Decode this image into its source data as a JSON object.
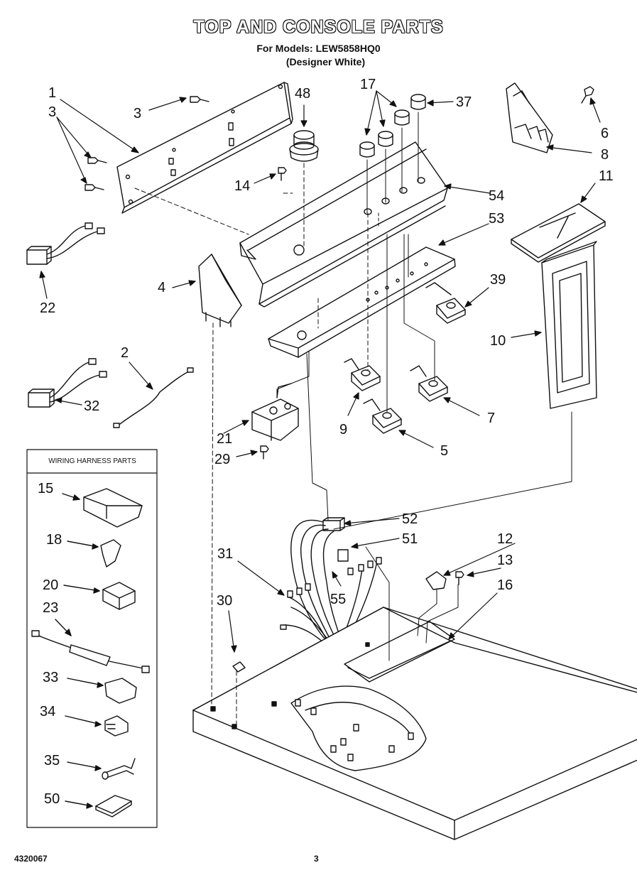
{
  "header": {
    "title": "TOP AND CONSOLE PARTS",
    "models_line": "For Models: LEW5858HQ0",
    "color_line": "(Designer White)"
  },
  "footer": {
    "doc_number": "4320067",
    "page_number": "3"
  },
  "harness_box": {
    "title": "WIRING HARNESS PARTS",
    "items": [
      "15",
      "18",
      "20",
      "23",
      "33",
      "34",
      "35",
      "50"
    ]
  },
  "callouts": {
    "c1": "1",
    "c3a": "3",
    "c3b": "3",
    "c48": "48",
    "c17": "17",
    "c37": "37",
    "c6": "6",
    "c8": "8",
    "c11": "11",
    "c14": "14",
    "c54": "54",
    "c53": "53",
    "c22": "22",
    "c4": "4",
    "c39": "39",
    "c10": "10",
    "c2": "2",
    "c32": "32",
    "c9": "9",
    "c7": "7",
    "c21": "21",
    "c29": "29",
    "c5": "5",
    "c52": "52",
    "c51": "51",
    "c12": "12",
    "c13": "13",
    "c16": "16",
    "c31": "31",
    "c55": "55",
    "c30": "30"
  }
}
